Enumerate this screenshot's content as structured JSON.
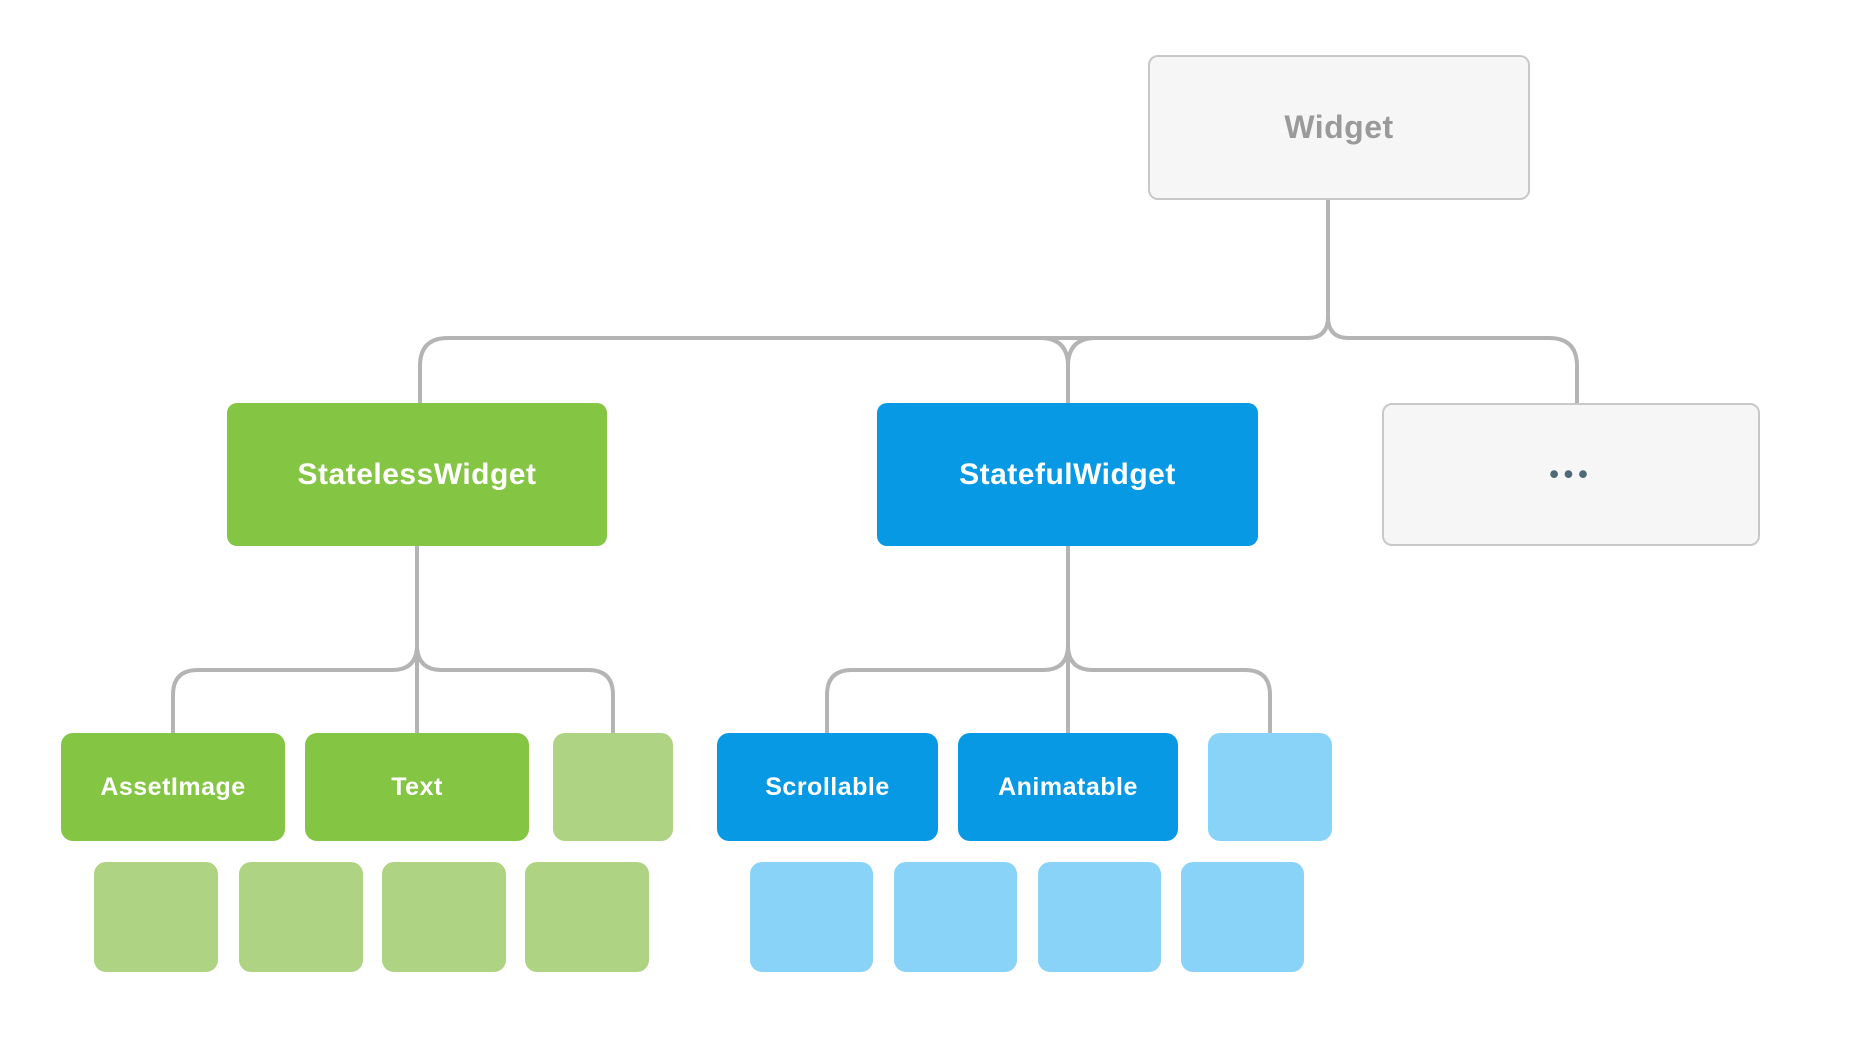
{
  "diagram": {
    "type": "tree",
    "root_label": "Widget",
    "hierarchy": {
      "root": "Widget",
      "children": [
        {
          "label": "StatelessWidget",
          "named_children": [
            "AssetImage",
            "Text"
          ],
          "unlabeled_children": 1,
          "unlabeled_descendant_squares": 4
        },
        {
          "label": "StatefulWidget",
          "named_children": [
            "Scrollable",
            "Animatable"
          ],
          "unlabeled_children": 1,
          "unlabeled_descendant_squares": 4
        },
        {
          "label": "•••",
          "named_children": [],
          "unlabeled_children": 0,
          "unlabeled_descendant_squares": 0
        }
      ]
    }
  },
  "nodes": {
    "widget": {
      "label": "Widget"
    },
    "stateless": {
      "label": "StatelessWidget"
    },
    "stateful": {
      "label": "StatefulWidget"
    },
    "more": {
      "label": "•••"
    },
    "assetimage": {
      "label": "AssetImage"
    },
    "text": {
      "label": "Text"
    },
    "scrollable": {
      "label": "Scrollable"
    },
    "animatable": {
      "label": "Animatable"
    }
  },
  "colors": {
    "green": "#84c544",
    "green_light": "#aed382",
    "blue": "#0899e4",
    "blue_light": "#8ad3f8",
    "gray_box_fill": "#f6f6f6",
    "gray_box_border": "#c8c8c8",
    "gray_box_text": "#9a9a9a",
    "dots_text": "#4e6a78",
    "connector_line": "#b4b4b4",
    "background": "#ffffff",
    "label_text": "#ffffff"
  }
}
